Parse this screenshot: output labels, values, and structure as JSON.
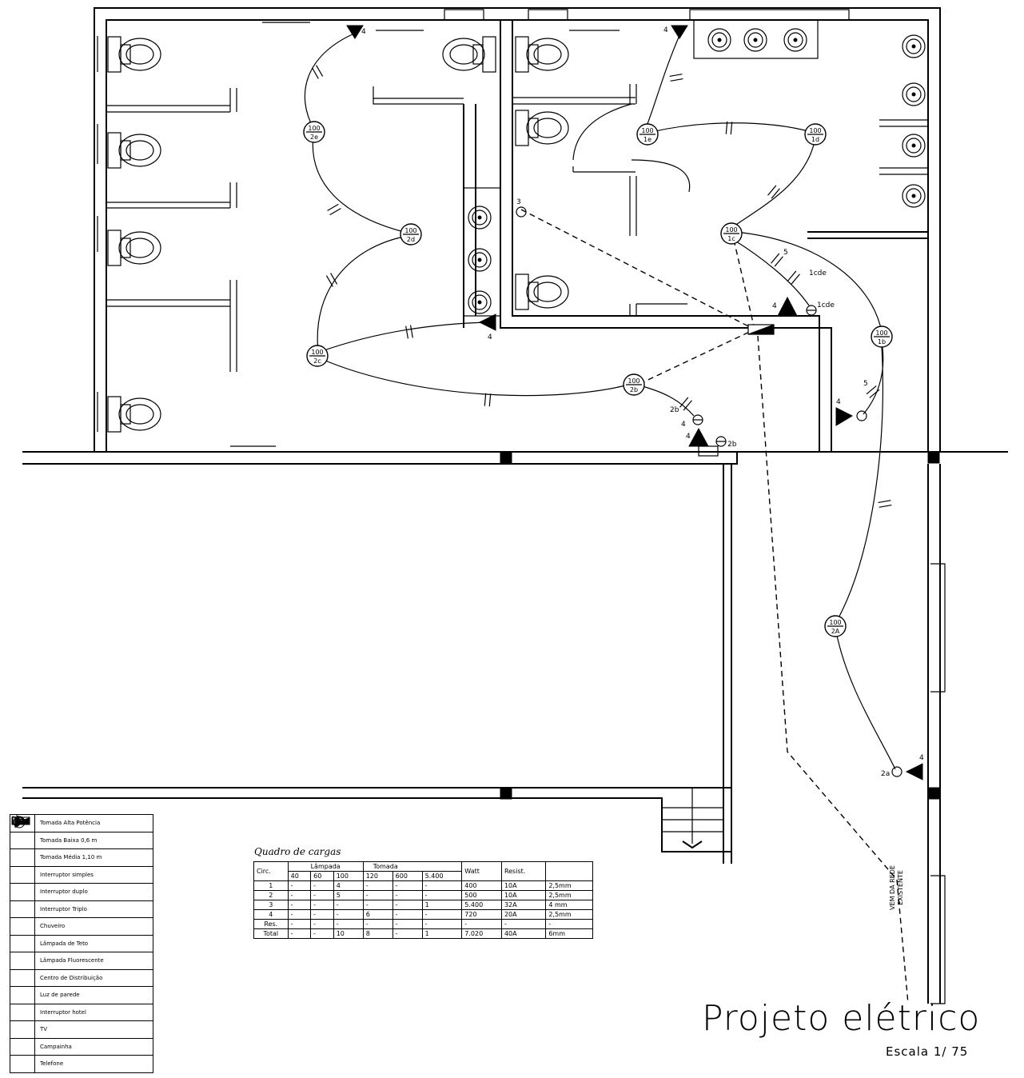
{
  "title": "Projeto elétrico",
  "scale": "Escala 1/ 75",
  "network_note": [
    "VEM DA REDE",
    "EXISTENTE"
  ],
  "legend": [
    {
      "icon": "tomada-alta-icon",
      "label": "Tomada Alta Potência"
    },
    {
      "icon": "tomada-baixa-icon",
      "label": "Tomada Baixa 0,6 m"
    },
    {
      "icon": "tomada-media-icon",
      "label": "Tomada Média 1,10 m"
    },
    {
      "icon": "interruptor-simples-icon",
      "label": "Interruptor simples"
    },
    {
      "icon": "interruptor-duplo-icon",
      "label": "Interruptor duplo"
    },
    {
      "icon": "interruptor-triplo-icon",
      "label": "Interruptor Triplo"
    },
    {
      "icon": "chuveiro-icon",
      "label": "Chuveiro"
    },
    {
      "icon": "lampada-teto-icon",
      "label": "Lâmpada de Teto"
    },
    {
      "icon": "lampada-fluorescente-icon",
      "label": "Lâmpada Fluorescente"
    },
    {
      "icon": "centro-distribuicao-icon",
      "label": "Centro de Distribuição"
    },
    {
      "icon": "luz-parede-icon",
      "label": "Luz de parede"
    },
    {
      "icon": "interruptor-hotel-icon",
      "label": "Interruptor hotel"
    },
    {
      "icon": "tv-icon",
      "label": "TV"
    },
    {
      "icon": "campainha-icon",
      "label": "Campainha"
    },
    {
      "icon": "telefone-icon",
      "label": "Telefone"
    }
  ],
  "load_table": {
    "title": "Quadro de cargas",
    "headers": {
      "circ": "Circ.",
      "lampada": "Lâmpada",
      "tomada": "Tomada",
      "watt": "Watt",
      "resist": "Resist."
    },
    "subheaders": [
      "40",
      "60",
      "100",
      "120",
      "600",
      "5.400"
    ],
    "rows": [
      [
        "1",
        "-",
        "-",
        "4",
        "-",
        "-",
        "-",
        "400",
        "10A",
        "2,5mm"
      ],
      [
        "2",
        "-",
        "-",
        "5",
        "-",
        "-",
        "-",
        "500",
        "10A",
        "2,5mm"
      ],
      [
        "3",
        "-",
        "-",
        "-",
        "-",
        "-",
        "1",
        "5.400",
        "32A",
        "4 mm"
      ],
      [
        "4",
        "-",
        "-",
        "-",
        "6",
        "-",
        "-",
        "720",
        "20A",
        "2,5mm"
      ],
      [
        "Res.",
        "-",
        "-",
        "-",
        "-",
        "-",
        "-",
        "-",
        "-",
        "-"
      ],
      [
        "Total",
        "-",
        "-",
        "10",
        "8",
        "-",
        "1",
        "7.020",
        "40A",
        "6mm"
      ]
    ]
  },
  "lamps": [
    {
      "power": "100",
      "circuit": "2e"
    },
    {
      "power": "100",
      "circuit": "2d"
    },
    {
      "power": "100",
      "circuit": "2c"
    },
    {
      "power": "100",
      "circuit": "2b"
    },
    {
      "power": "100",
      "circuit": "1e"
    },
    {
      "power": "100",
      "circuit": "1d"
    },
    {
      "power": "100",
      "circuit": "1c"
    },
    {
      "power": "100",
      "circuit": "1b"
    },
    {
      "power": "100",
      "circuit": "2A"
    }
  ],
  "annotations": {
    "n4": "4",
    "n3": "3",
    "n5": "5",
    "s2b": "2b",
    "s1cde": "1cde",
    "s2a": "2a"
  }
}
